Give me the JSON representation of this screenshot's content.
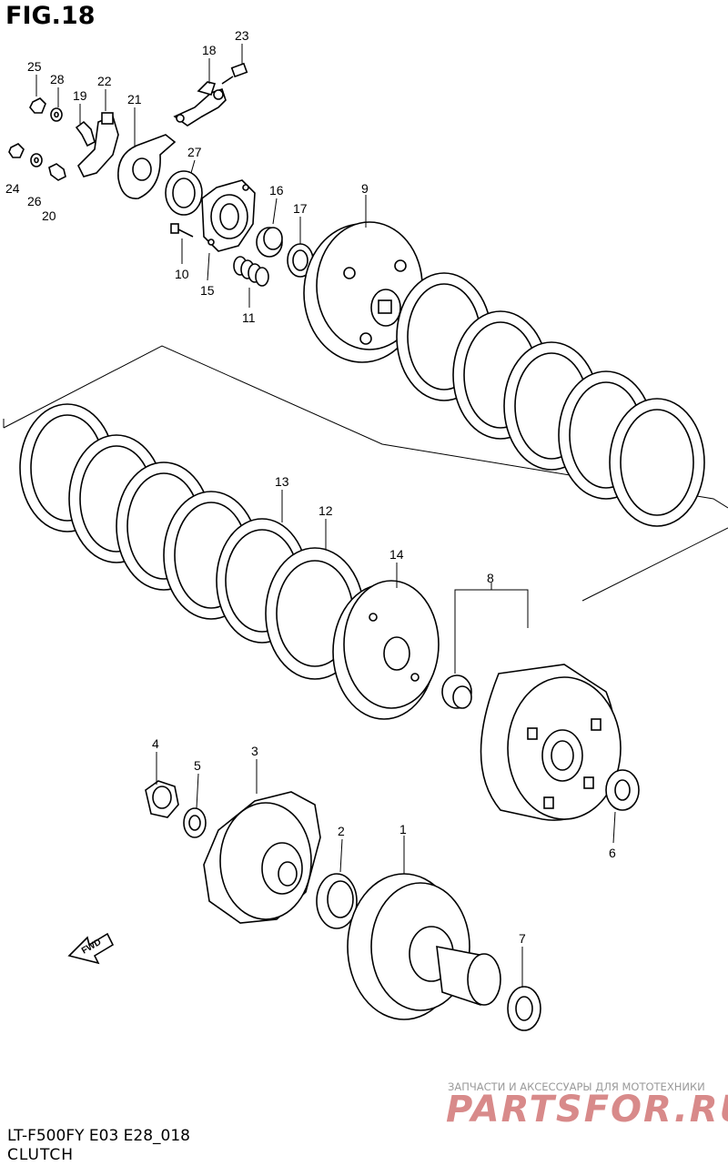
{
  "figure": {
    "title": "FIG.18"
  },
  "footer": {
    "model": "LT-F500FY E03 E28_018",
    "section": "CLUTCH"
  },
  "watermark": {
    "tagline": "ЗАПЧАСТИ И АКСЕССУАРЫ ДЛЯ МОТОТЕХНИКИ",
    "logo": "PARTSFOR.RU",
    "color": "#d88a8a"
  },
  "fwd_label": "FWD",
  "callouts": [
    "1",
    "2",
    "3",
    "4",
    "5",
    "6",
    "7",
    "8",
    "9",
    "10",
    "11",
    "12",
    "13",
    "14",
    "15",
    "16",
    "17",
    "18",
    "19",
    "20",
    "21",
    "22",
    "23",
    "24",
    "25",
    "26",
    "27",
    "28"
  ]
}
